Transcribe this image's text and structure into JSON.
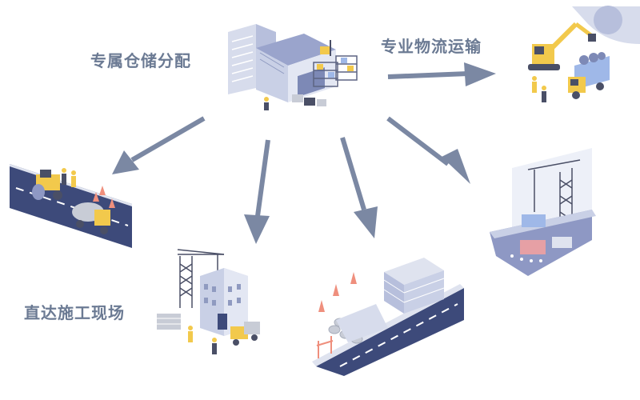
{
  "labels": {
    "warehouse": "专属仓储分配",
    "logistics": "专业物流运输",
    "site": "直达施工现场"
  },
  "colors": {
    "label": "#6b7a93",
    "arrow": "#7b88a3",
    "road": "#3d4a7a",
    "road_line": "#ffffff",
    "truck_yellow": "#f2c94c",
    "building": "#c9d0e6",
    "building_dark": "#8f9ac0",
    "crane": "#4a4f66",
    "ship_hull": "#8e98c4",
    "container_blue": "#9fb8e8",
    "container_red": "#e6a0a5",
    "cone": "#ef8f7d",
    "pipe": "#c8ccd6"
  },
  "icons": [
    "warehouse-icon",
    "excavator-icon",
    "dump-truck-icon",
    "road-roller-icon",
    "construction-tower-icon",
    "pipe-yard-icon",
    "cargo-ship-icon",
    "crane-icon"
  ]
}
